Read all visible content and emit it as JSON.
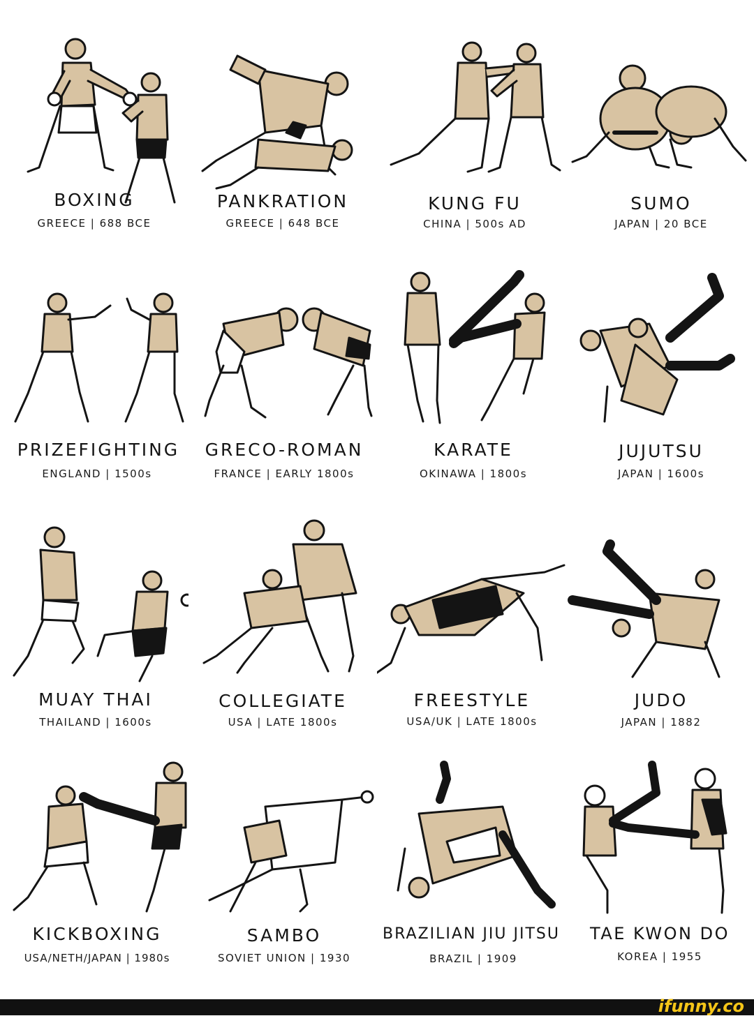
{
  "colors": {
    "skin": "#d8c3a2",
    "ink": "#141414",
    "footer": "#111111",
    "brand": "#f5c518"
  },
  "styles": [
    {
      "name": "BOXING",
      "origin": "GREECE | 688 BCE"
    },
    {
      "name": "PANKRATION",
      "origin": "GREECE | 648 BCE"
    },
    {
      "name": "KUNG FU",
      "origin": "CHINA | 500s AD"
    },
    {
      "name": "SUMO",
      "origin": "JAPAN | 20 BCE"
    },
    {
      "name": "PRIZEFIGHTING",
      "origin": "ENGLAND | 1500s"
    },
    {
      "name": "GRECO-ROMAN",
      "origin": "FRANCE | EARLY 1800s"
    },
    {
      "name": "KARATE",
      "origin": "OKINAWA | 1800s"
    },
    {
      "name": "JUJUTSU",
      "origin": "JAPAN | 1600s"
    },
    {
      "name": "MUAY THAI",
      "origin": "THAILAND | 1600s"
    },
    {
      "name": "COLLEGIATE",
      "origin": "USA | LATE 1800s"
    },
    {
      "name": "FREESTYLE",
      "origin": "USA/UK | LATE 1800s"
    },
    {
      "name": "JUDO",
      "origin": "JAPAN | 1882"
    },
    {
      "name": "KICKBOXING",
      "origin": "USA/NETH/JAPAN | 1980s"
    },
    {
      "name": "SAMBO",
      "origin": "SOVIET UNION | 1930"
    },
    {
      "name": "BRAZILIAN JIU JITSU",
      "origin": "BRAZIL | 1909"
    },
    {
      "name": "TAE KWON DO",
      "origin": "KOREA | 1955"
    }
  ],
  "footer": {
    "brand": "ifunny.co"
  }
}
